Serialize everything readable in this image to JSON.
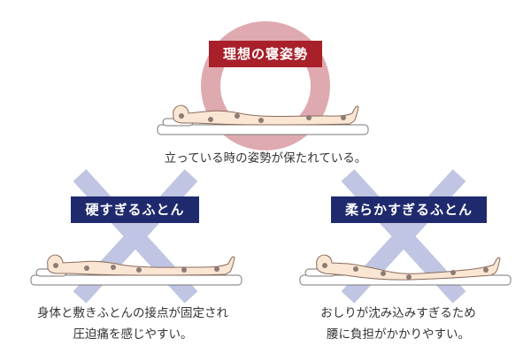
{
  "ideal": {
    "label": "理想の寝姿勢",
    "caption": "立っている時の姿勢が保たれている。"
  },
  "hard": {
    "label": "硬すぎるふとん",
    "caption_line1": "身体と敷きふとんの接点が固定され",
    "caption_line2": "圧迫痛を感じやすい。"
  },
  "soft": {
    "label": "柔らかすぎるふとん",
    "caption_line1": "おしりが沈み込みすぎるため",
    "caption_line2": "腰に負担がかかりやすい。"
  },
  "colors": {
    "ideal_label_bg": "#a8202a",
    "bad_label_bg": "#1f2a6e",
    "circle": "#d99aa2",
    "cross": "#b9bfdf",
    "body_fill": "#fbe6d4",
    "body_stroke": "#8a6a5a",
    "mattress_stroke": "#777777",
    "dot": "#8c7c74"
  }
}
